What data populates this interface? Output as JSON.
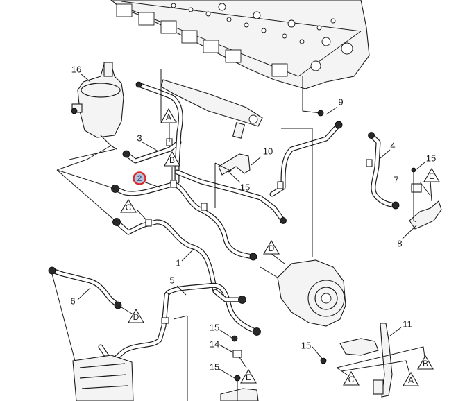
{
  "diagram": {
    "type": "exploded-parts-diagram",
    "subject": "engine coolant/fuel hose routing",
    "highlight_color": "#d8282c",
    "highlight_fill": "#b8c4dc",
    "highlighted_callout": "2",
    "callouts": [
      {
        "id": "c1",
        "label": "1"
      },
      {
        "id": "c2",
        "label": "2"
      },
      {
        "id": "c3",
        "label": "3"
      },
      {
        "id": "c4",
        "label": "4"
      },
      {
        "id": "c5",
        "label": "5"
      },
      {
        "id": "c6",
        "label": "6"
      },
      {
        "id": "c7",
        "label": "7"
      },
      {
        "id": "c8",
        "label": "8"
      },
      {
        "id": "c9",
        "label": "9"
      },
      {
        "id": "c10",
        "label": "10"
      },
      {
        "id": "c11",
        "label": "11"
      },
      {
        "id": "c14",
        "label": "14"
      },
      {
        "id": "c15a",
        "label": "15"
      },
      {
        "id": "c15b",
        "label": "15"
      },
      {
        "id": "c15c",
        "label": "15"
      },
      {
        "id": "c15d",
        "label": "15"
      },
      {
        "id": "c15e",
        "label": "15"
      },
      {
        "id": "c16",
        "label": "16"
      }
    ],
    "markers": [
      {
        "id": "mA1",
        "label": "A"
      },
      {
        "id": "mB1",
        "label": "B"
      },
      {
        "id": "mC1",
        "label": "C"
      },
      {
        "id": "mD1",
        "label": "D"
      },
      {
        "id": "mD2",
        "label": "D"
      },
      {
        "id": "mE1",
        "label": "E"
      },
      {
        "id": "mE2",
        "label": "E"
      },
      {
        "id": "mA2",
        "label": "A"
      },
      {
        "id": "mB2",
        "label": "B"
      },
      {
        "id": "mC2",
        "label": "C"
      }
    ]
  }
}
